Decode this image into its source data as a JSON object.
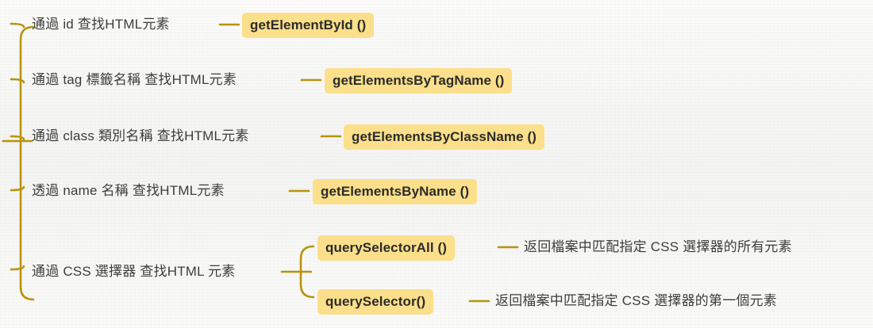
{
  "diagram": {
    "type": "mind-map",
    "title_implicit": "HTML 元素查找方法",
    "colors": {
      "background": "#f7f7f6",
      "branch_line": "#b8930b",
      "chip_background": "#fcdf8a",
      "text": "#3d3d3d"
    },
    "branches": [
      {
        "label": "通過 id 查找HTML元素",
        "method": "getElementById ()",
        "description": ""
      },
      {
        "label": "通過 tag 標籤名稱 查找HTML元素",
        "method": "getElementsByTagName ()",
        "description": ""
      },
      {
        "label": "通過 class 類別名稱 查找HTML元素",
        "method": "getElementsByClassName ()",
        "description": ""
      },
      {
        "label": "透過 name 名稱 查找HTML元素",
        "method": "getElementsByName ()",
        "description": ""
      },
      {
        "label": "通過 CSS 選擇器 查找HTML 元素",
        "children": [
          {
            "method": "querySelectorAll ()",
            "description": "返回檔案中匹配指定 CSS 選擇器的所有元素"
          },
          {
            "method": "querySelector()",
            "description": "返回檔案中匹配指定 CSS 選擇器的第一個元素"
          }
        ]
      }
    ]
  }
}
